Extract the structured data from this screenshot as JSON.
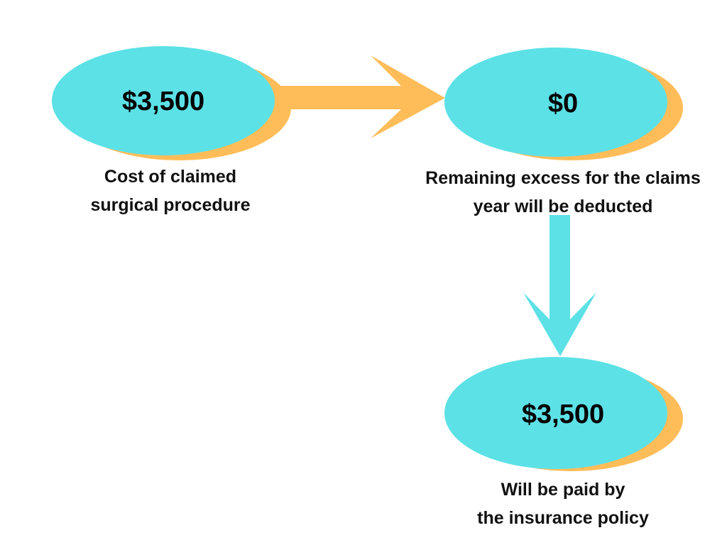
{
  "colors": {
    "ellipse_fill": "#5CE1E6",
    "shadow_fill": "#FFBD59",
    "arrow_right": "#FFBD59",
    "arrow_down": "#5CE1E6",
    "text": "#000000",
    "background": "#FFFFFF"
  },
  "nodes": [
    {
      "id": "claimed-cost",
      "value": "$3,500",
      "caption_lines": [
        "Cost of claimed",
        "surgical procedure"
      ]
    },
    {
      "id": "remaining-excess",
      "value": "$0",
      "caption_lines": [
        "Remaining excess for the claims",
        "year will be deducted"
      ]
    },
    {
      "id": "paid-by-insurance",
      "value": "$3,500",
      "caption_lines": [
        "Will be paid by",
        "the insurance policy"
      ]
    }
  ],
  "edges": [
    {
      "from": "claimed-cost",
      "to": "remaining-excess",
      "direction": "right",
      "icon": "arrow-right-icon"
    },
    {
      "from": "remaining-excess",
      "to": "paid-by-insurance",
      "direction": "down",
      "icon": "arrow-down-icon"
    }
  ]
}
